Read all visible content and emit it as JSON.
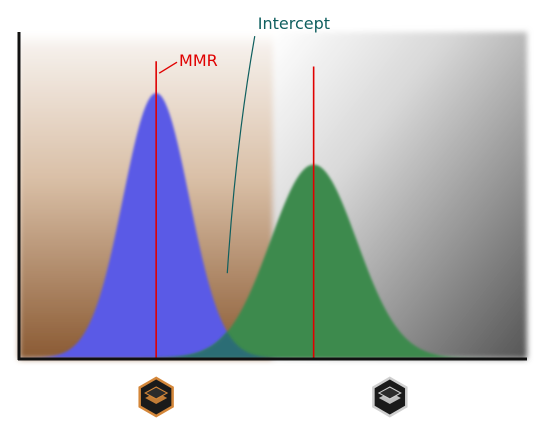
{
  "chart_data": {
    "type": "area",
    "xlim": [
      0,
      100
    ],
    "ylim": [
      0,
      100
    ],
    "grid": false,
    "series": [
      {
        "mean": 27,
        "sd": 6.5,
        "peak": 100,
        "color": "#5a5ae6"
      },
      {
        "mean": 58,
        "sd": 8.5,
        "peak": 73,
        "color": "#3e8a4e"
      }
    ],
    "overlap_color": "#2a6a7a",
    "background_zones": [
      {
        "from": 0,
        "to": 50,
        "color": "#8a5a33"
      },
      {
        "from": 50,
        "to": 100,
        "color": "#5a5a5a"
      }
    ],
    "markers": [
      {
        "x": 27,
        "top": 112,
        "color": "#e00000"
      },
      {
        "x": 58,
        "top": 110,
        "color": "#e00000"
      }
    ],
    "annotations": [
      {
        "text": "MMR",
        "color": "#e00000",
        "x": 31.5,
        "y": 112
      },
      {
        "text": "Intercept",
        "color": "#0f5f5f",
        "x": 47,
        "y": 126
      }
    ],
    "tick_icons": [
      {
        "x": 27,
        "name": "bronze-rank-icon",
        "color": "#d4873a"
      },
      {
        "x": 73,
        "name": "silver-rank-icon",
        "color": "#cfcfcf"
      }
    ]
  }
}
